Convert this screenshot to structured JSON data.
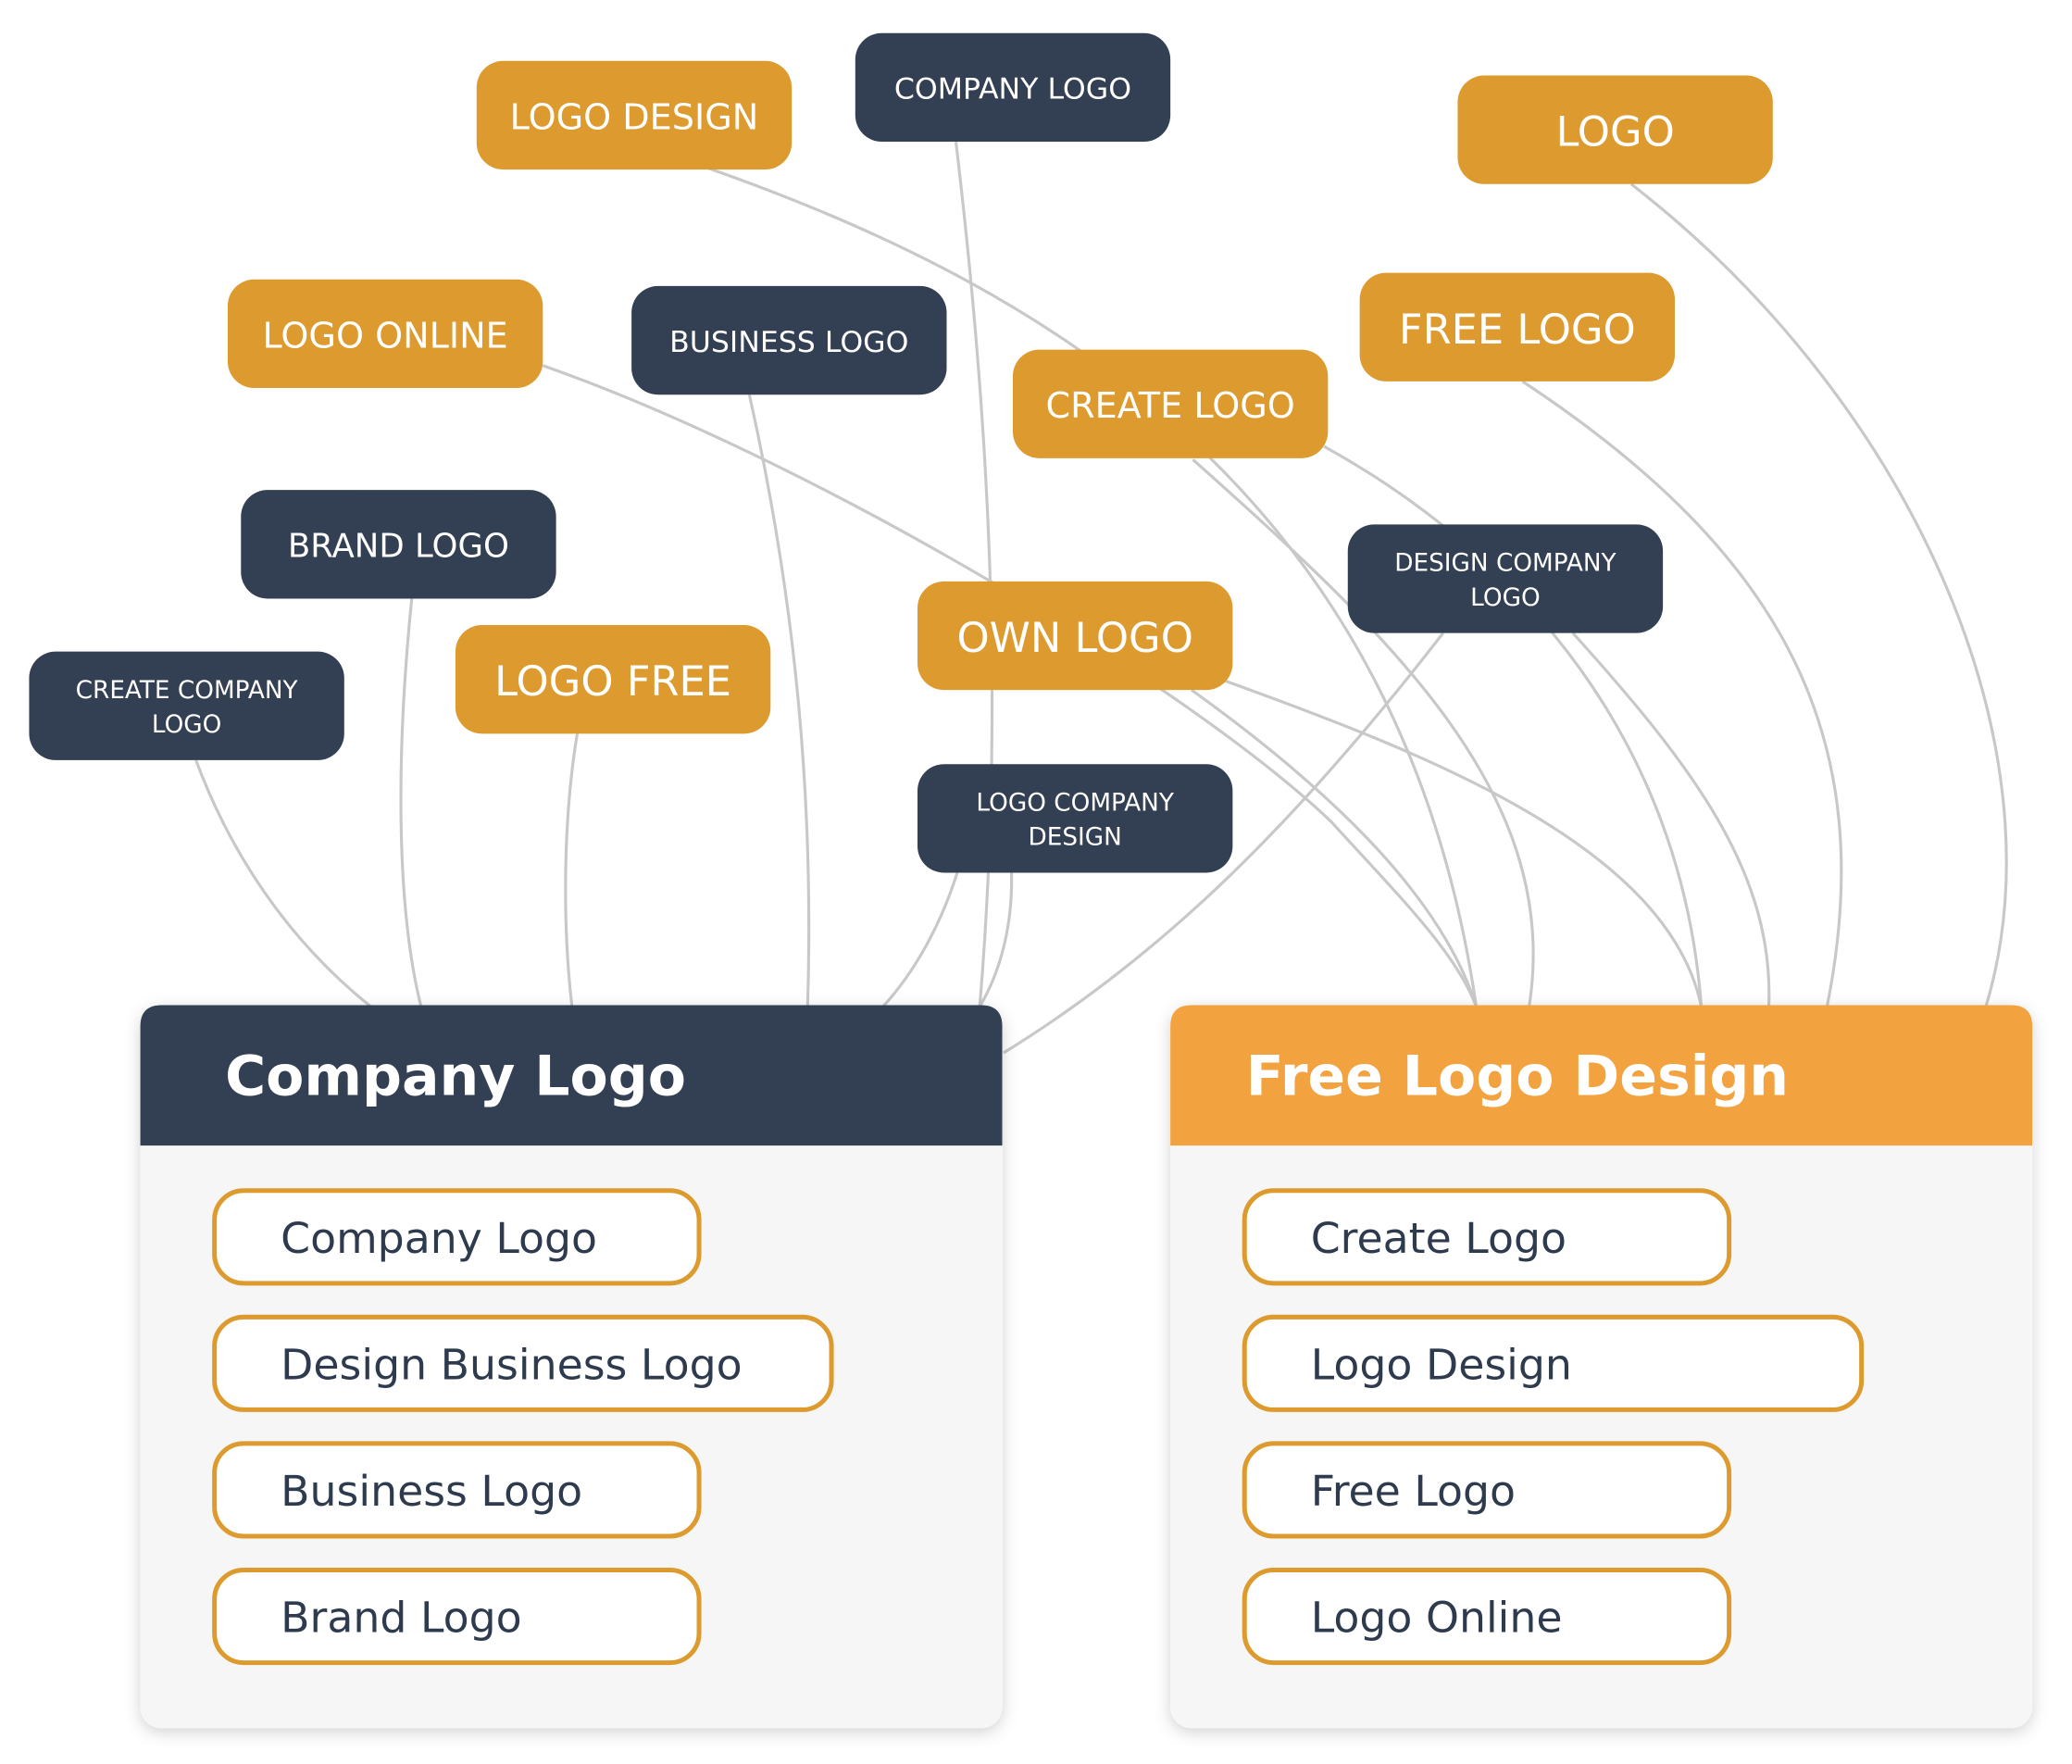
{
  "colors": {
    "orange": "#DD9A2E",
    "navy": "#333F52",
    "connector": "#C8C8C8",
    "card_body": "#F6F6F6",
    "card_header_navy": "#333F52",
    "card_header_orange": "#F3A240",
    "item_border": "#DD9A2E",
    "item_text": "#2E3A4D"
  },
  "tags": [
    {
      "id": "logo-design",
      "label": "LOGO DESIGN",
      "style": "orange",
      "target": "free"
    },
    {
      "id": "company-logo",
      "label": "COMPANY LOGO",
      "style": "navy",
      "target": "company"
    },
    {
      "id": "logo",
      "label": "LOGO",
      "style": "orange",
      "target": "free"
    },
    {
      "id": "logo-online",
      "label": "LOGO ONLINE",
      "style": "orange",
      "target": "free"
    },
    {
      "id": "business-logo",
      "label": "BUSINESS LOGO",
      "style": "navy",
      "target": "company"
    },
    {
      "id": "free-logo",
      "label": "FREE LOGO",
      "style": "orange",
      "target": "free"
    },
    {
      "id": "create-logo",
      "label": "CREATE LOGO",
      "style": "orange",
      "target": "free"
    },
    {
      "id": "brand-logo",
      "label": "BRAND LOGO",
      "style": "navy",
      "target": "company"
    },
    {
      "id": "design-company-logo",
      "label": [
        "DESIGN COMPANY",
        "LOGO"
      ],
      "style": "navy",
      "target": "company"
    },
    {
      "id": "logo-free",
      "label": "LOGO FREE",
      "style": "orange",
      "target": "company"
    },
    {
      "id": "own-logo",
      "label": "OWN LOGO",
      "style": "orange",
      "target": "free"
    },
    {
      "id": "create-company-logo",
      "label": [
        "CREATE COMPANY",
        "LOGO"
      ],
      "style": "navy",
      "target": "company"
    },
    {
      "id": "logo-company-design",
      "label": [
        "LOGO COMPANY",
        "DESIGN"
      ],
      "style": "navy",
      "target": "company"
    }
  ],
  "cards": [
    {
      "id": "company",
      "title": "Company Logo",
      "header_style": "navy",
      "items": [
        "Company Logo",
        "Design Business Logo",
        "Business Logo",
        "Brand Logo"
      ]
    },
    {
      "id": "free",
      "title": "Free Logo Design",
      "header_style": "orange",
      "items": [
        "Create Logo",
        "Logo Design",
        "Free Logo",
        "Logo Online"
      ]
    }
  ]
}
